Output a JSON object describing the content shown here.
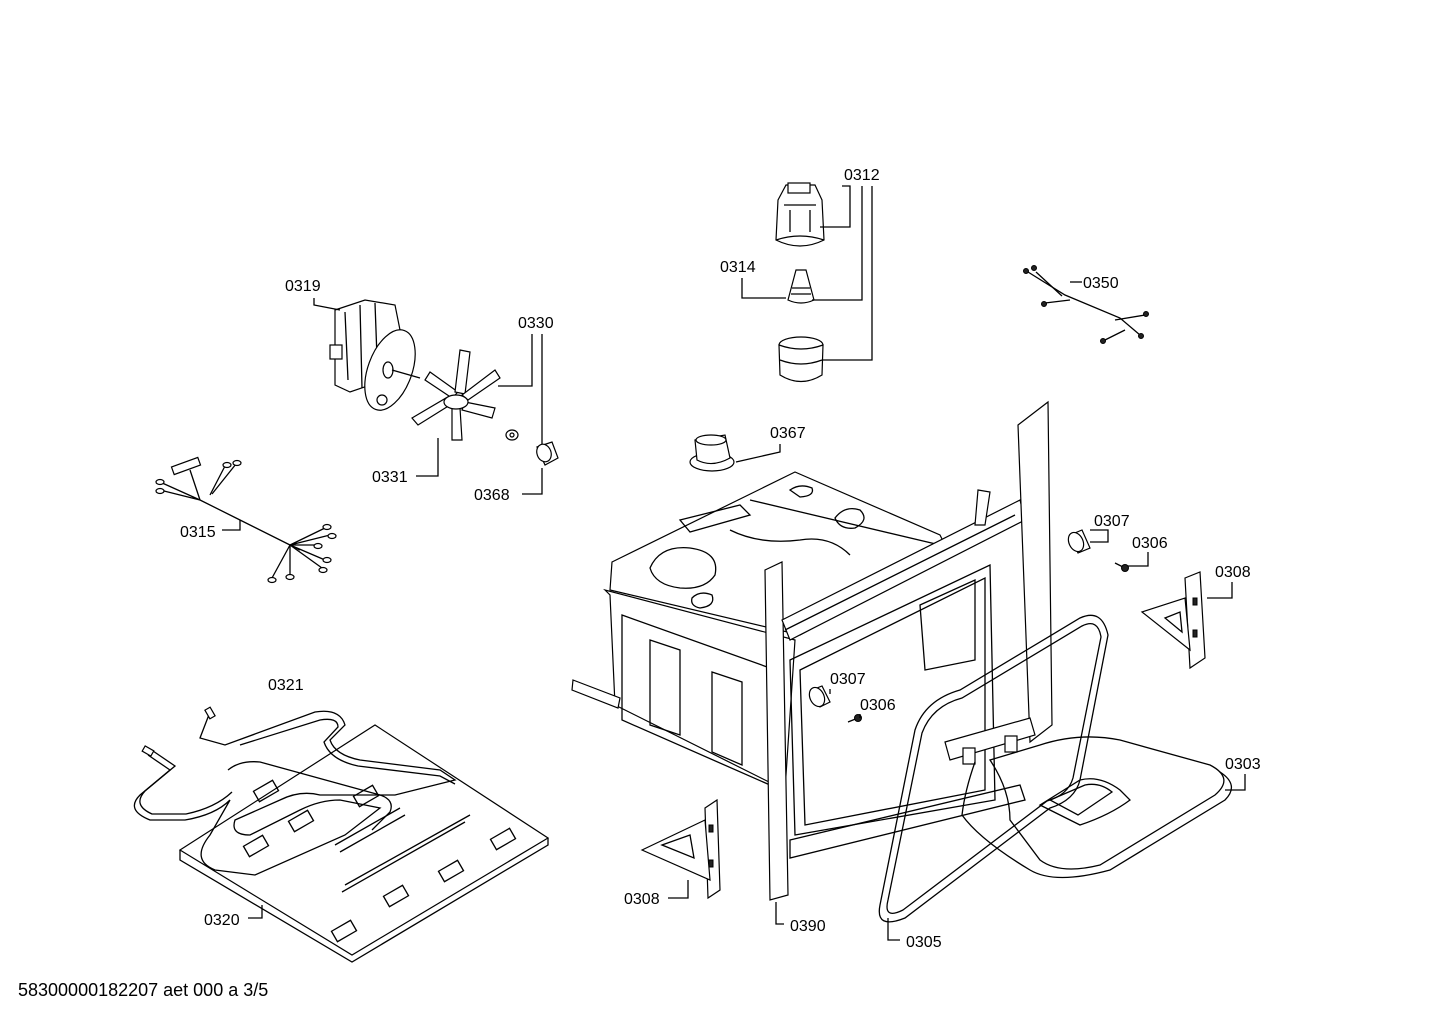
{
  "labels": {
    "l0312": "0312",
    "l0314": "0314",
    "l0319": "0319",
    "l0330": "0330",
    "l0331": "0331",
    "l0368": "0368",
    "l0350": "0350",
    "l0367": "0367",
    "l0315": "0315",
    "l0307a": "0307",
    "l0306a": "0306",
    "l0308a": "0308",
    "l0321": "0321",
    "l0307b": "0307",
    "l0306b": "0306",
    "l0303": "0303",
    "l0308b": "0308",
    "l0320": "0320",
    "l0390": "0390",
    "l0305": "0305"
  },
  "footer": "58300000182207 aet 000 a 3/5"
}
